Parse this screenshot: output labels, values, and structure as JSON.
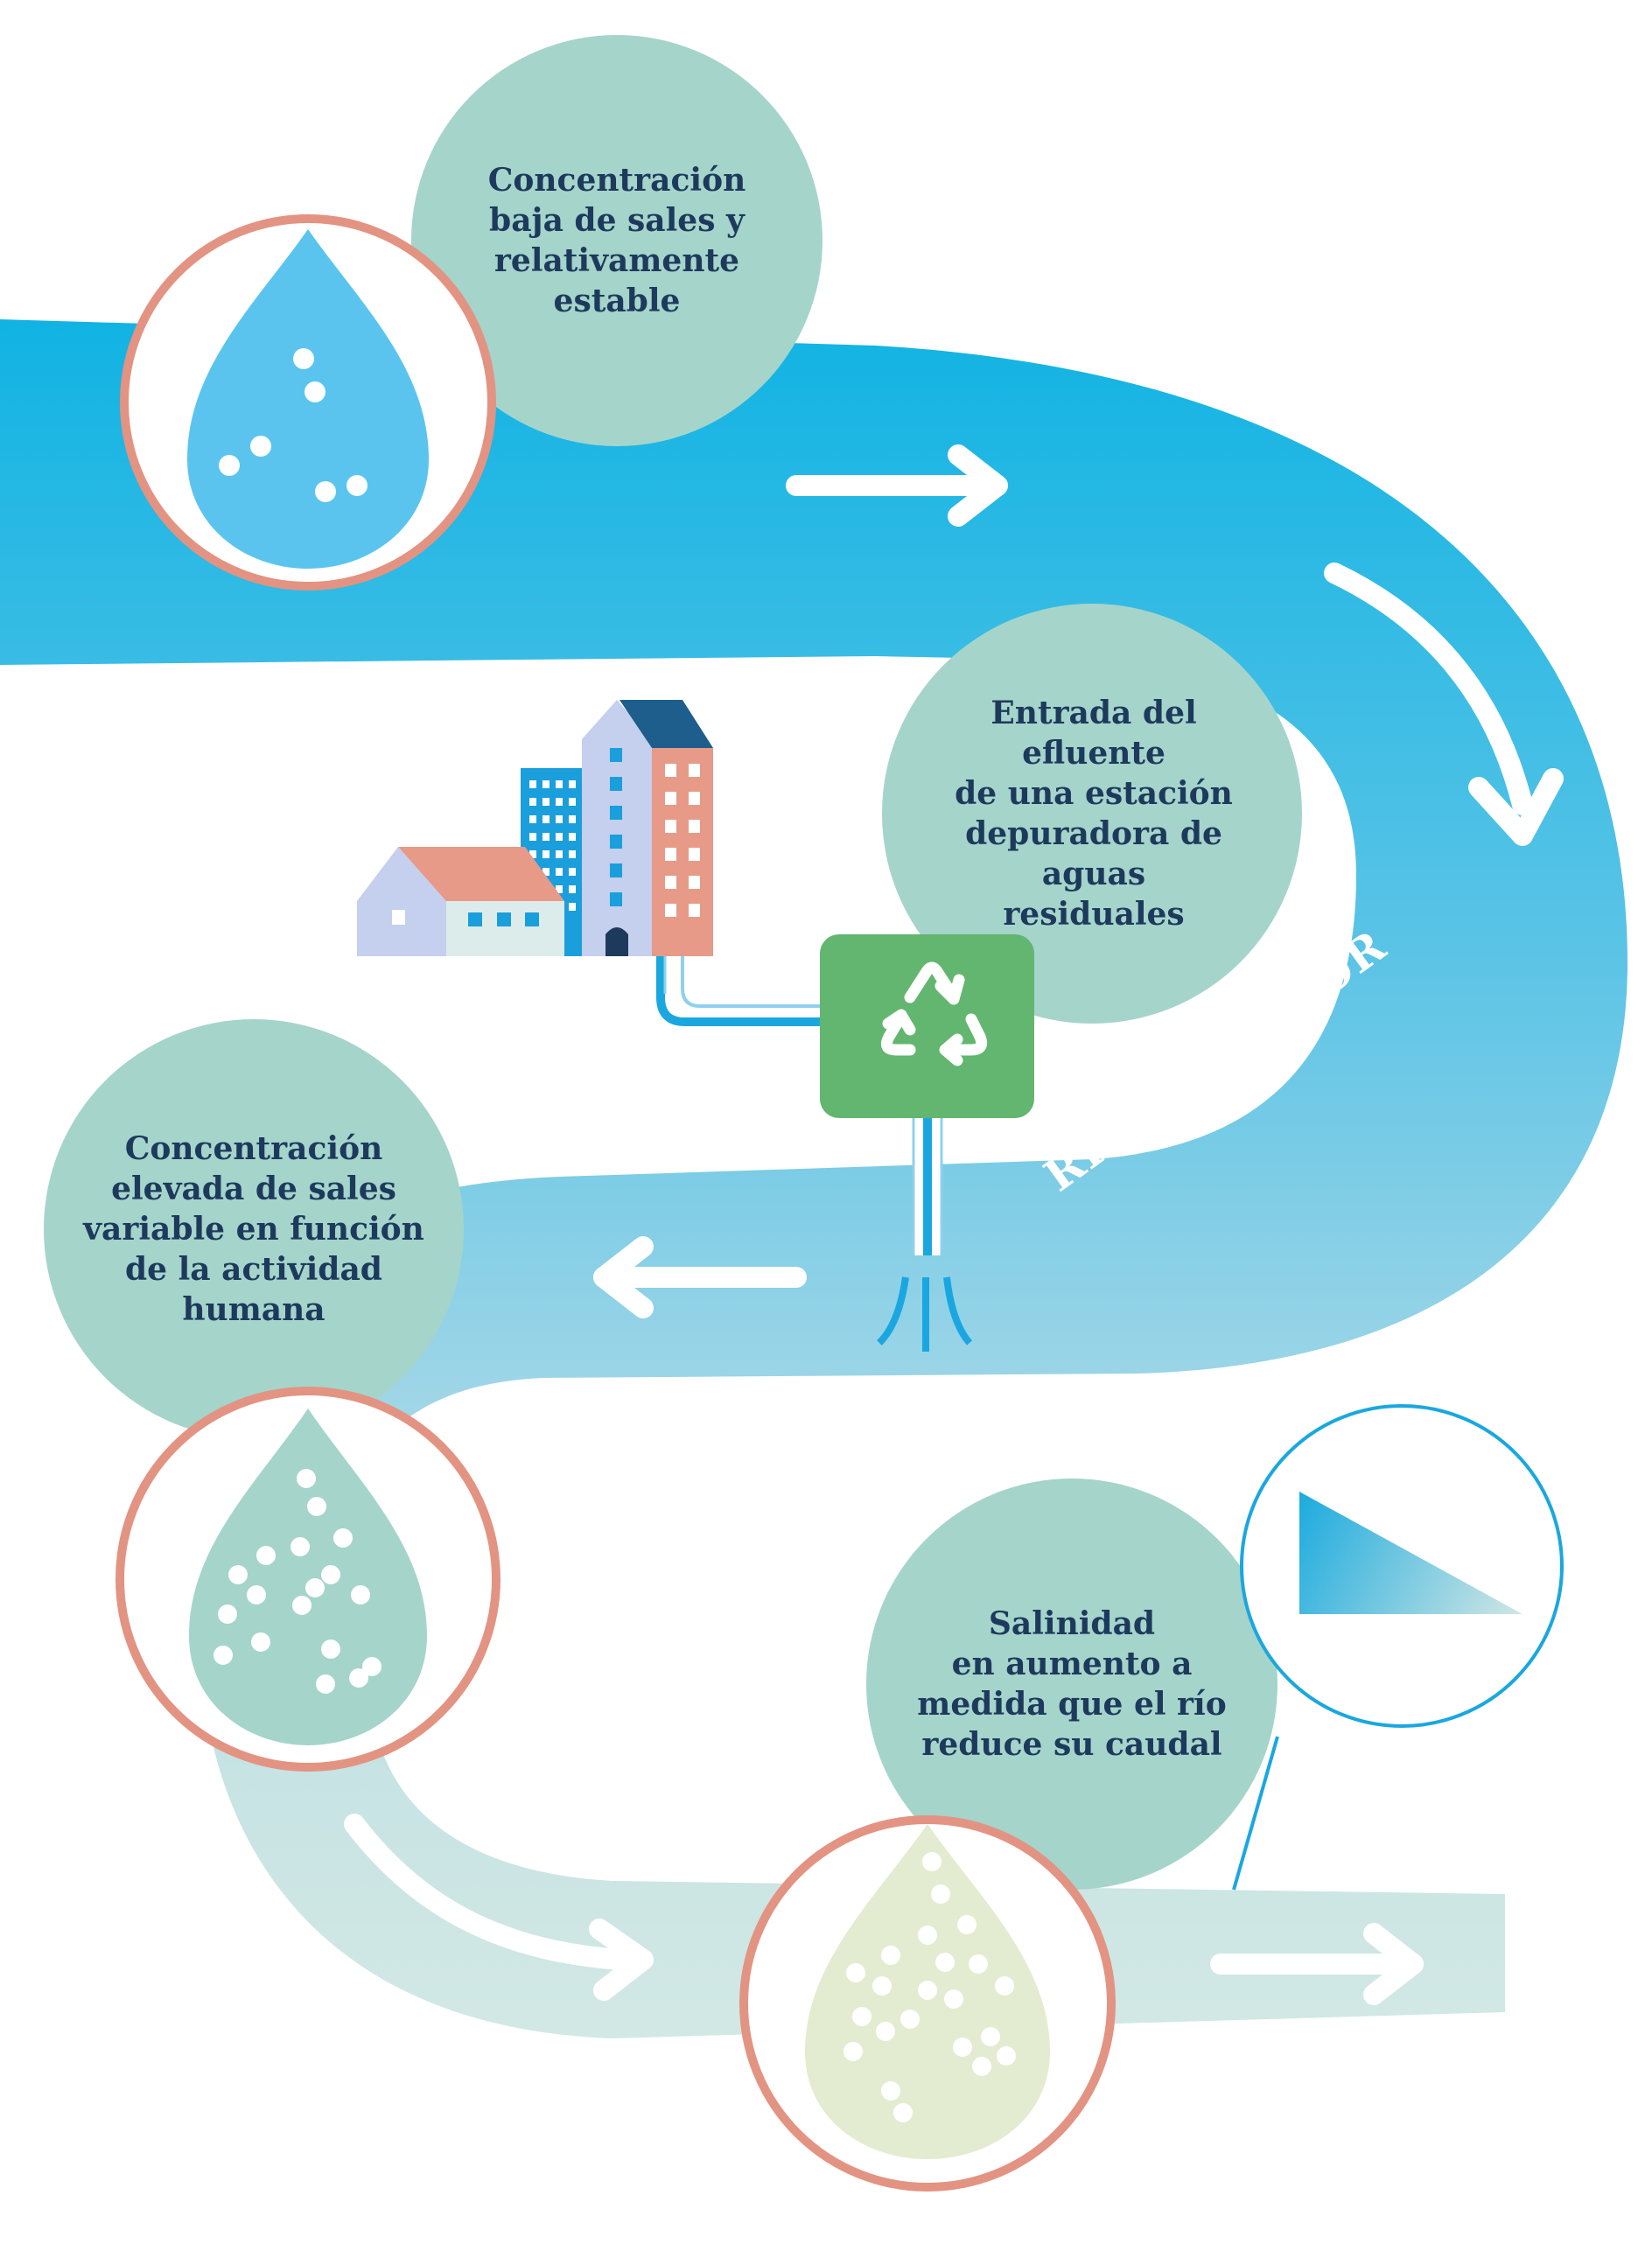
{
  "labels": {
    "top": "Concentración\nbaja de sales y\nrelativamente\nestable",
    "effluent": "Entrada del efluente\nde una estación\ndepuradora de aguas\nresiduales",
    "middle": "Concentración\nelevada de sales\nvariable en función\nde la actividad\nhumana",
    "bottom": "Salinidad\nen aumento a\nmedida que el río\nreduce su caudal"
  },
  "river_label": "RÍO RECEPTOR",
  "icons": {
    "top_drop": "water-drop-low-salt-icon",
    "middle_drop": "water-drop-high-salt-icon",
    "bottom_drop": "water-drop-rising-salinity-icon",
    "plant": "recycle-icon",
    "buildings": "city-buildings-icon",
    "triangle": "decreasing-flow-wedge-icon"
  },
  "colors": {
    "river_top": "#14b4e4",
    "river_mid": "#a9d6e6",
    "river_end": "#d0e7e4",
    "info_circle": "#a5d4cb",
    "drop_ring": "#e39382",
    "text": "#1d3a5c",
    "plant_green": "#62b66f",
    "pipe_blue": "#1aa7e0"
  }
}
